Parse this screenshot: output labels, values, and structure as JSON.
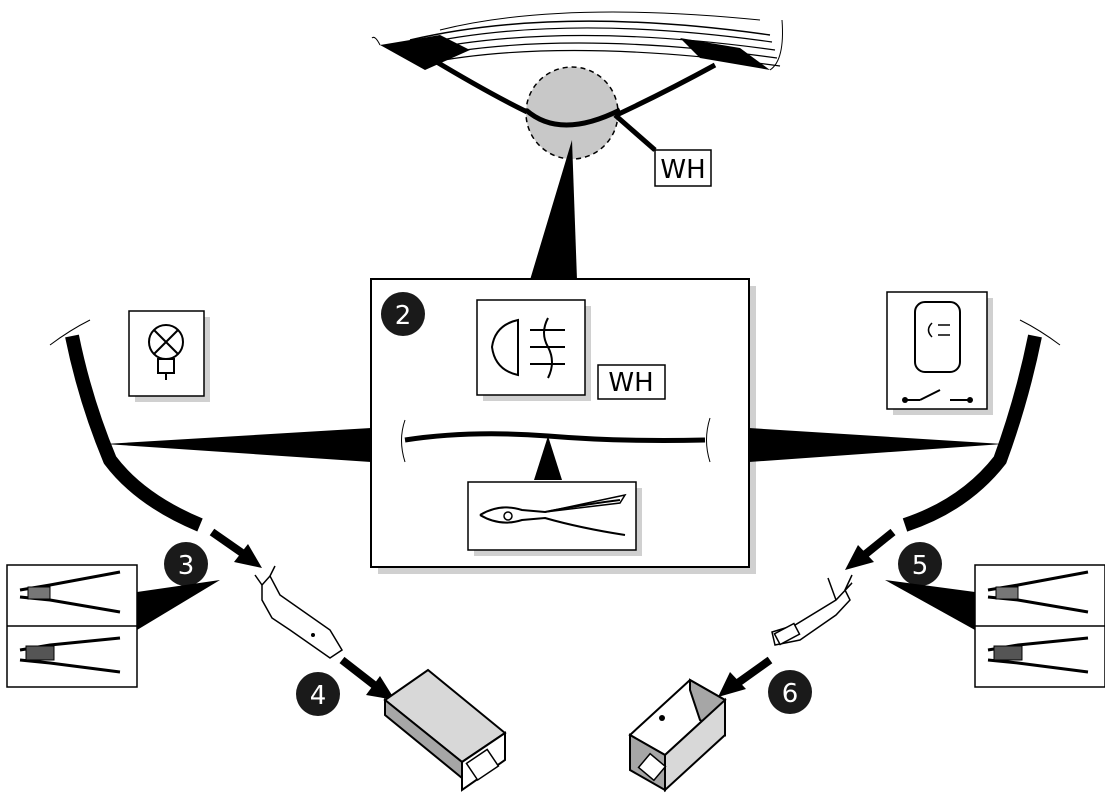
{
  "labels": {
    "wire_color_top": "WH",
    "wire_color_panel": "WH"
  },
  "steps": [
    "2",
    "3",
    "4",
    "5",
    "6"
  ],
  "icons": [
    "wiring-harness-icon",
    "magnifier-circle-icon",
    "fog-light-symbol-icon",
    "side-cutter-pliers-icon",
    "bulb-symbol-icon",
    "fog-light-switch-icon",
    "wire-stripper-icon",
    "crimping-pliers-icon",
    "male-terminal-icon",
    "female-terminal-icon",
    "connector-housing-icon",
    "arrow-icon"
  ],
  "colors": {
    "line": "#000000",
    "badge": "#1a1a1a",
    "connector_fill": "#a6a6a6",
    "magnifier_fill": "#c8c8c8",
    "panel_bg": "#ffffff"
  }
}
